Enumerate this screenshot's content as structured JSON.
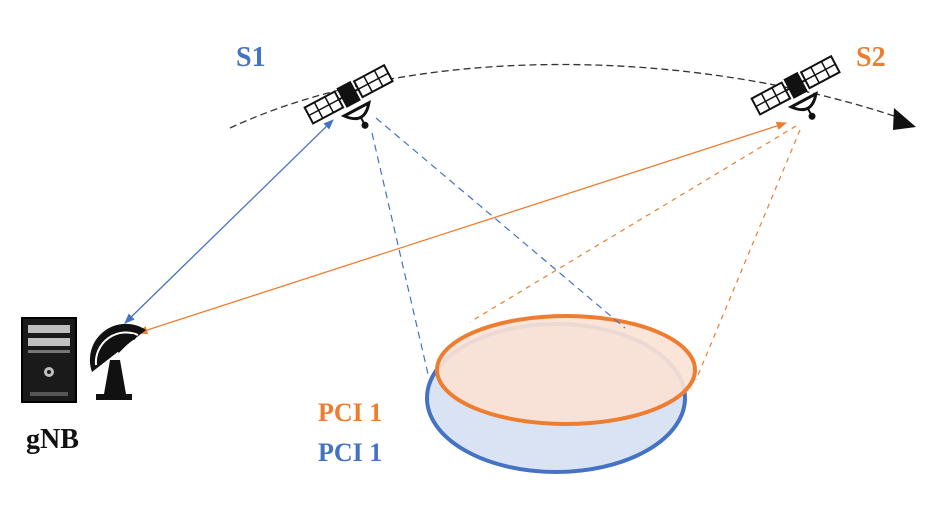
{
  "labels": {
    "s1": "S1",
    "s2": "S2",
    "gnb": "gNB",
    "pci_s2": "PCI 1",
    "pci_s1": "PCI 1"
  },
  "colors": {
    "s1": "#4472c4",
    "s2": "#ed7d31",
    "orbit": "#333333",
    "footprint_s1_fill": "#dae3f3",
    "footprint_s2_fill": "#fbe2d5",
    "equipment": "#111111"
  },
  "icons": {
    "satellite": "satellite-icon",
    "server": "server-icon",
    "dish": "satellite-dish-icon",
    "orbit_direction": "orbit-direction-arrow-icon"
  }
}
